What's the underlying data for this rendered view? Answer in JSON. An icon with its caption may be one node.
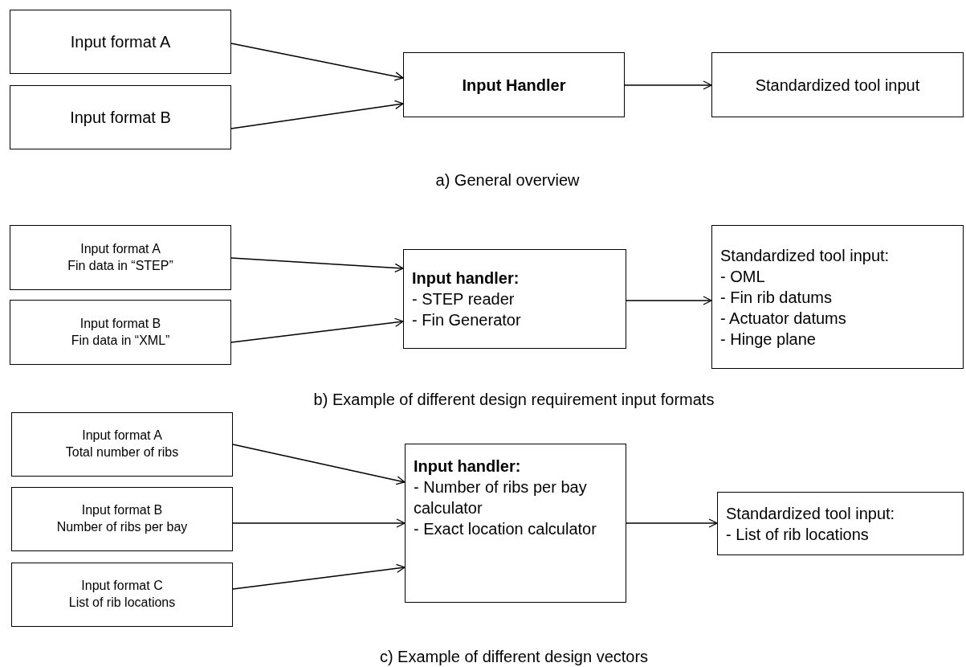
{
  "diagram": {
    "nodes": [
      {
        "text": [
          "Input format A"
        ]
      },
      {
        "text": [
          "Input format B"
        ]
      },
      {
        "text": [
          "Input Handler"
        ]
      },
      {
        "text": [
          "Standardized tool input"
        ]
      },
      {
        "text": [
          "Input format A",
          "Fin data in “STEP”"
        ]
      },
      {
        "text": [
          "Input format B",
          "Fin data in “XML”"
        ]
      },
      {
        "text": [
          "Input handler:",
          "- STEP reader",
          "- Fin Generator"
        ]
      },
      {
        "text": [
          "Standardized tool input:",
          "- OML",
          "- Fin rib datums",
          "- Actuator datums",
          "- Hinge plane"
        ]
      },
      {
        "text": [
          "Input format A",
          "Total number of ribs"
        ]
      },
      {
        "text": [
          "Input format B",
          "Number of ribs per bay"
        ]
      },
      {
        "text": [
          "Input format C",
          "List of rib locations"
        ]
      },
      {
        "text": [
          "Input handler:",
          "- Number of ribs per bay calculator",
          "- Exact location calculator"
        ]
      },
      {
        "text": [
          "Standardized tool input:",
          "- List of rib locations"
        ]
      }
    ],
    "edges": [
      {
        "from": 0,
        "to": 2,
        "arrow": "to"
      },
      {
        "from": 1,
        "to": 2,
        "arrow": "to"
      },
      {
        "from": 2,
        "to": 3,
        "arrow": "to"
      },
      {
        "from": 4,
        "to": 6,
        "arrow": "to"
      },
      {
        "from": 5,
        "to": 6,
        "arrow": "to"
      },
      {
        "from": 6,
        "to": 7,
        "arrow": "to"
      },
      {
        "from": 8,
        "to": 11,
        "arrow": "to"
      },
      {
        "from": 9,
        "to": 11,
        "arrow": "to"
      },
      {
        "from": 10,
        "to": 11,
        "arrow": "to"
      },
      {
        "from": 11,
        "to": 12,
        "arrow": "to"
      }
    ],
    "labels": [
      "a) General overview",
      "b) Example of different design requirement input formats",
      "c) Example of different design vectors"
    ]
  }
}
